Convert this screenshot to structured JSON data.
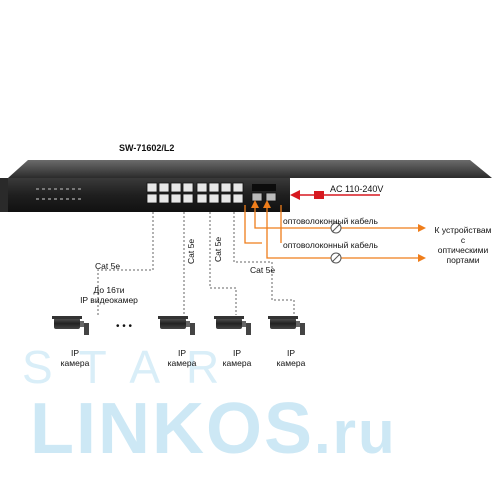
{
  "switch": {
    "model": "SW-71602/L2"
  },
  "power": {
    "label": "AC 110-240V",
    "arrow_color": "#d71920"
  },
  "fiber": {
    "cable_label_1": "оптоволоконный кабель",
    "cable_label_2": "оптоволоконный кабель",
    "destination": "К устройствам\nс\nоптическими\nпортами",
    "line_color": "#ef7d1a"
  },
  "copper": {
    "cable_1": "Cat 5e",
    "cable_2": "Cat 5e",
    "cable_3": "Cat 5e",
    "cable_4": "Cat 5e"
  },
  "note": "До 16ти\nIP видеокамер",
  "ellipsis": "• • •",
  "cameras": [
    {
      "label": "IP\nкамера"
    },
    {
      "label": "IP\nкамера"
    },
    {
      "label": "IP\nкамера"
    },
    {
      "label": "IP\nкамера"
    }
  ],
  "watermark": {
    "line1": "STAR",
    "line2": "LINKOS",
    "suffix": ".ru",
    "color": "#bfe1f3"
  }
}
